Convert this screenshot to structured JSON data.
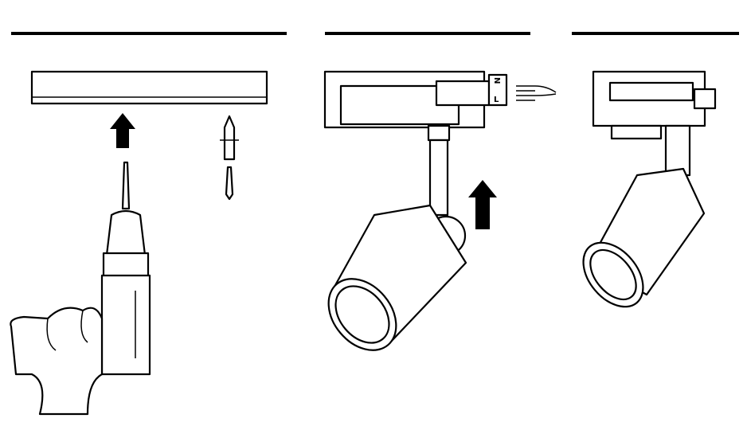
{
  "steps": [
    {
      "id": "mount-track",
      "icons": [
        "track-rail",
        "up-arrow",
        "drill",
        "wall-plug",
        "screw"
      ]
    },
    {
      "id": "insert-adapter",
      "icons": [
        "track-adapter",
        "wires",
        "spotlight",
        "up-arrow"
      ],
      "terminal_labels": [
        "N",
        "L"
      ]
    },
    {
      "id": "installed",
      "icons": [
        "track-adapter",
        "spotlight"
      ]
    }
  ],
  "colors": {
    "line": "#000000",
    "background": "#ffffff"
  }
}
